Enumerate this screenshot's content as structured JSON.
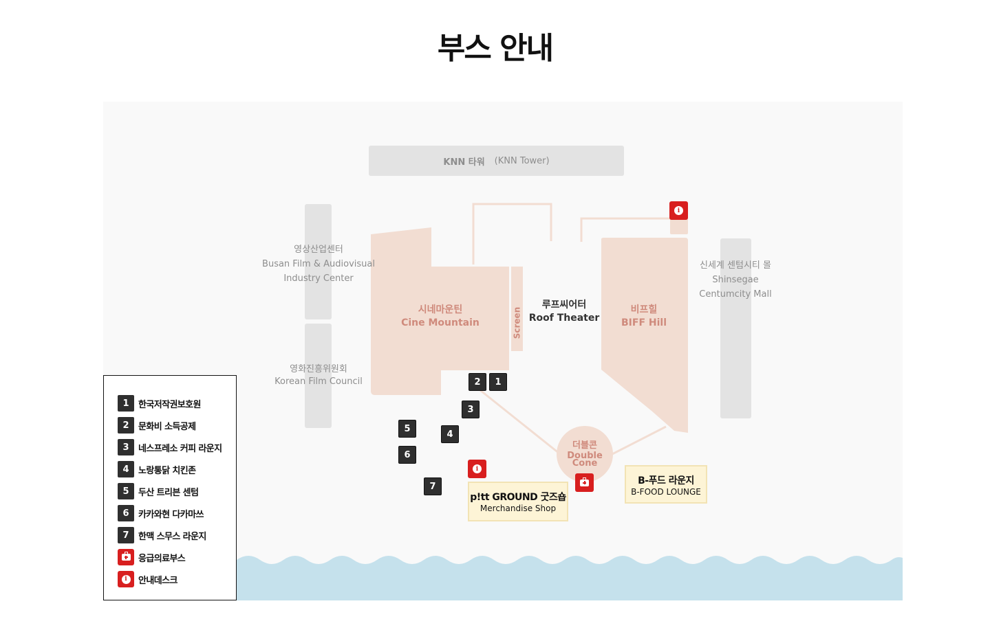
{
  "page": {
    "title": "부스 안내"
  },
  "map": {
    "buildings": {
      "knn_tower": {
        "name": "KNN 타워",
        "sub": "(KNN Tower)"
      },
      "film_center": {
        "line1": "영상산업센터",
        "line2": "Busan Film & Audiovisual",
        "line3": "Industry Center"
      },
      "film_council": {
        "line1": "영화진흥위원회",
        "line2": "Korean Film Council"
      },
      "cine_mountain": {
        "ko": "시네마운틴",
        "en": "Cine Mountain"
      },
      "screen": {
        "label": "Screen"
      },
      "roof_theater": {
        "ko": "루프씨어터",
        "en": "Roof Theater"
      },
      "biff_hill": {
        "ko": "비프힐",
        "en": "BIFF Hill"
      },
      "shinsegae": {
        "line1": "신세계 센텀시티 몰",
        "line2": "Shinsegae",
        "line3": "Centumcity Mall"
      },
      "double_cone": {
        "ko": "더블콘",
        "en1": "Double",
        "en2": "Cone"
      }
    },
    "booths": [
      {
        "number": "1"
      },
      {
        "number": "2"
      },
      {
        "number": "3"
      },
      {
        "number": "4"
      },
      {
        "number": "5"
      },
      {
        "number": "6"
      },
      {
        "number": "7"
      }
    ],
    "boxes": {
      "pitt_ground": {
        "title": "p!tt GROUND 굿즈숍",
        "sub": "Merchandise Shop"
      },
      "b_food": {
        "title": "B-푸드 라운지",
        "sub": "B-FOOD LOUNGE"
      }
    },
    "icons": {
      "info": "info-icon",
      "medical": "first-aid-kit-icon"
    },
    "colors": {
      "building_pink": "#f2ddd2",
      "building_grey": "#e3e3e3",
      "booth_dark": "#2f2f2f",
      "marker_red": "#d81f1f",
      "water": "#c5e1ec",
      "box_yellow": "#fdf4d6"
    }
  },
  "legend": {
    "items": [
      {
        "marker": "1",
        "label": "한국저작권보호원"
      },
      {
        "marker": "2",
        "label": "문화비 소득공제"
      },
      {
        "marker": "3",
        "label": "네스프레소 커피 라운지"
      },
      {
        "marker": "4",
        "label": "노랑통닭 치킨존"
      },
      {
        "marker": "5",
        "label": "두산 트리븐 센텀"
      },
      {
        "marker": "6",
        "label": "카카와현 다카마쓰"
      },
      {
        "marker": "7",
        "label": "한맥 스무스 라운지"
      },
      {
        "marker": "medical",
        "label": "응급의료부스"
      },
      {
        "marker": "info",
        "label": "안내데스크"
      }
    ]
  }
}
